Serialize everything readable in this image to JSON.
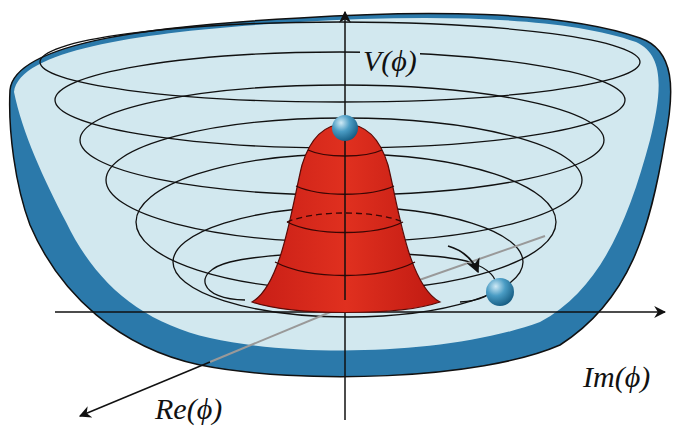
{
  "diagram": {
    "labels": [
      "V(ϕ)",
      "Im(ϕ)",
      "Re(ϕ)"
    ]
  }
}
